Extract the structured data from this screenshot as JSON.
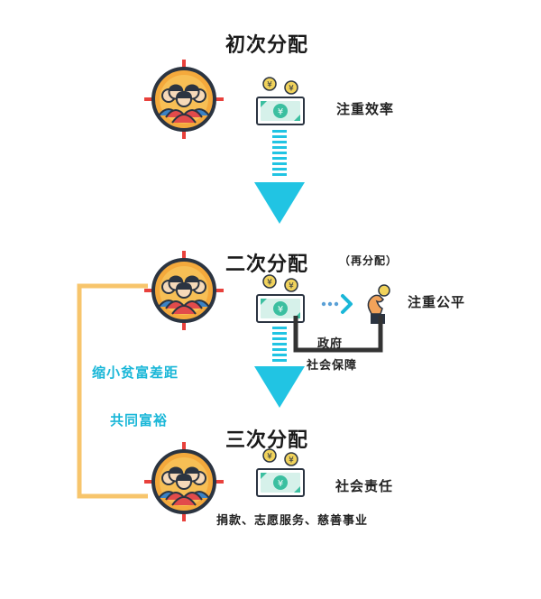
{
  "stages": [
    {
      "title": "初次分配",
      "note": "注重效率"
    },
    {
      "title": "二次分配",
      "subtitle": "（再分配）",
      "note": "注重公平",
      "gov_label": "政府",
      "security_label": "社会保障"
    },
    {
      "title": "三次分配",
      "note": "社会责任",
      "actions": "捐款、志愿服务、慈善事业"
    }
  ],
  "side": {
    "line1": "缩小贫富差距",
    "line2": "共同富裕"
  },
  "colors": {
    "cyan": "#1ab7d8",
    "arrow_cyan": "#21c4e3",
    "orange_ring": "#f4a93c",
    "bracket": "#f7c56c",
    "dark_bar": "#333333",
    "red_target": "#e8413c",
    "money_green": "#3bbfa0",
    "coin_yellow": "#f1d35c"
  },
  "icons": [
    "crowd-target-icon",
    "money-bill-icon",
    "down-arrow-icon",
    "dotted-arrow-icon",
    "hand-coin-icon"
  ]
}
